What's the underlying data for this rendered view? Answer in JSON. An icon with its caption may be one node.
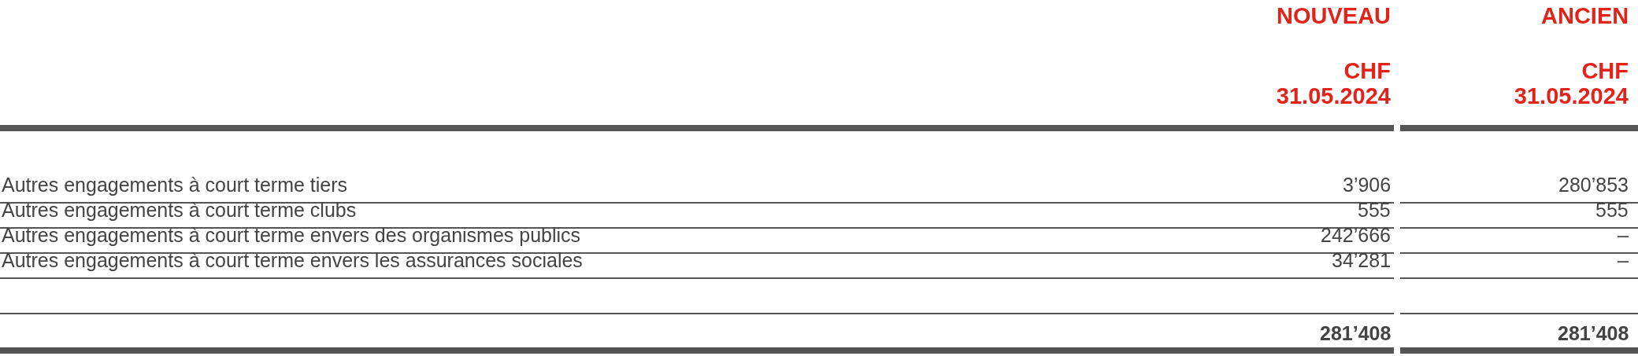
{
  "diagram": {
    "labels": [
      "NOUVEAU",
      "ANCIEN",
      "CHF 31.05.2024",
      "CHF 31.05.2024",
      "Autres engagements à court terme tiers",
      "3’906",
      "280’853",
      "Autres engagements à court terme clubs",
      "555",
      "555",
      "Autres engagements à court terme envers des organismes publics",
      "242’666",
      "–",
      "Autres engagements à court terme envers les assurances sociales",
      "34’281",
      "–",
      "281’408",
      "281’408"
    ]
  }
}
